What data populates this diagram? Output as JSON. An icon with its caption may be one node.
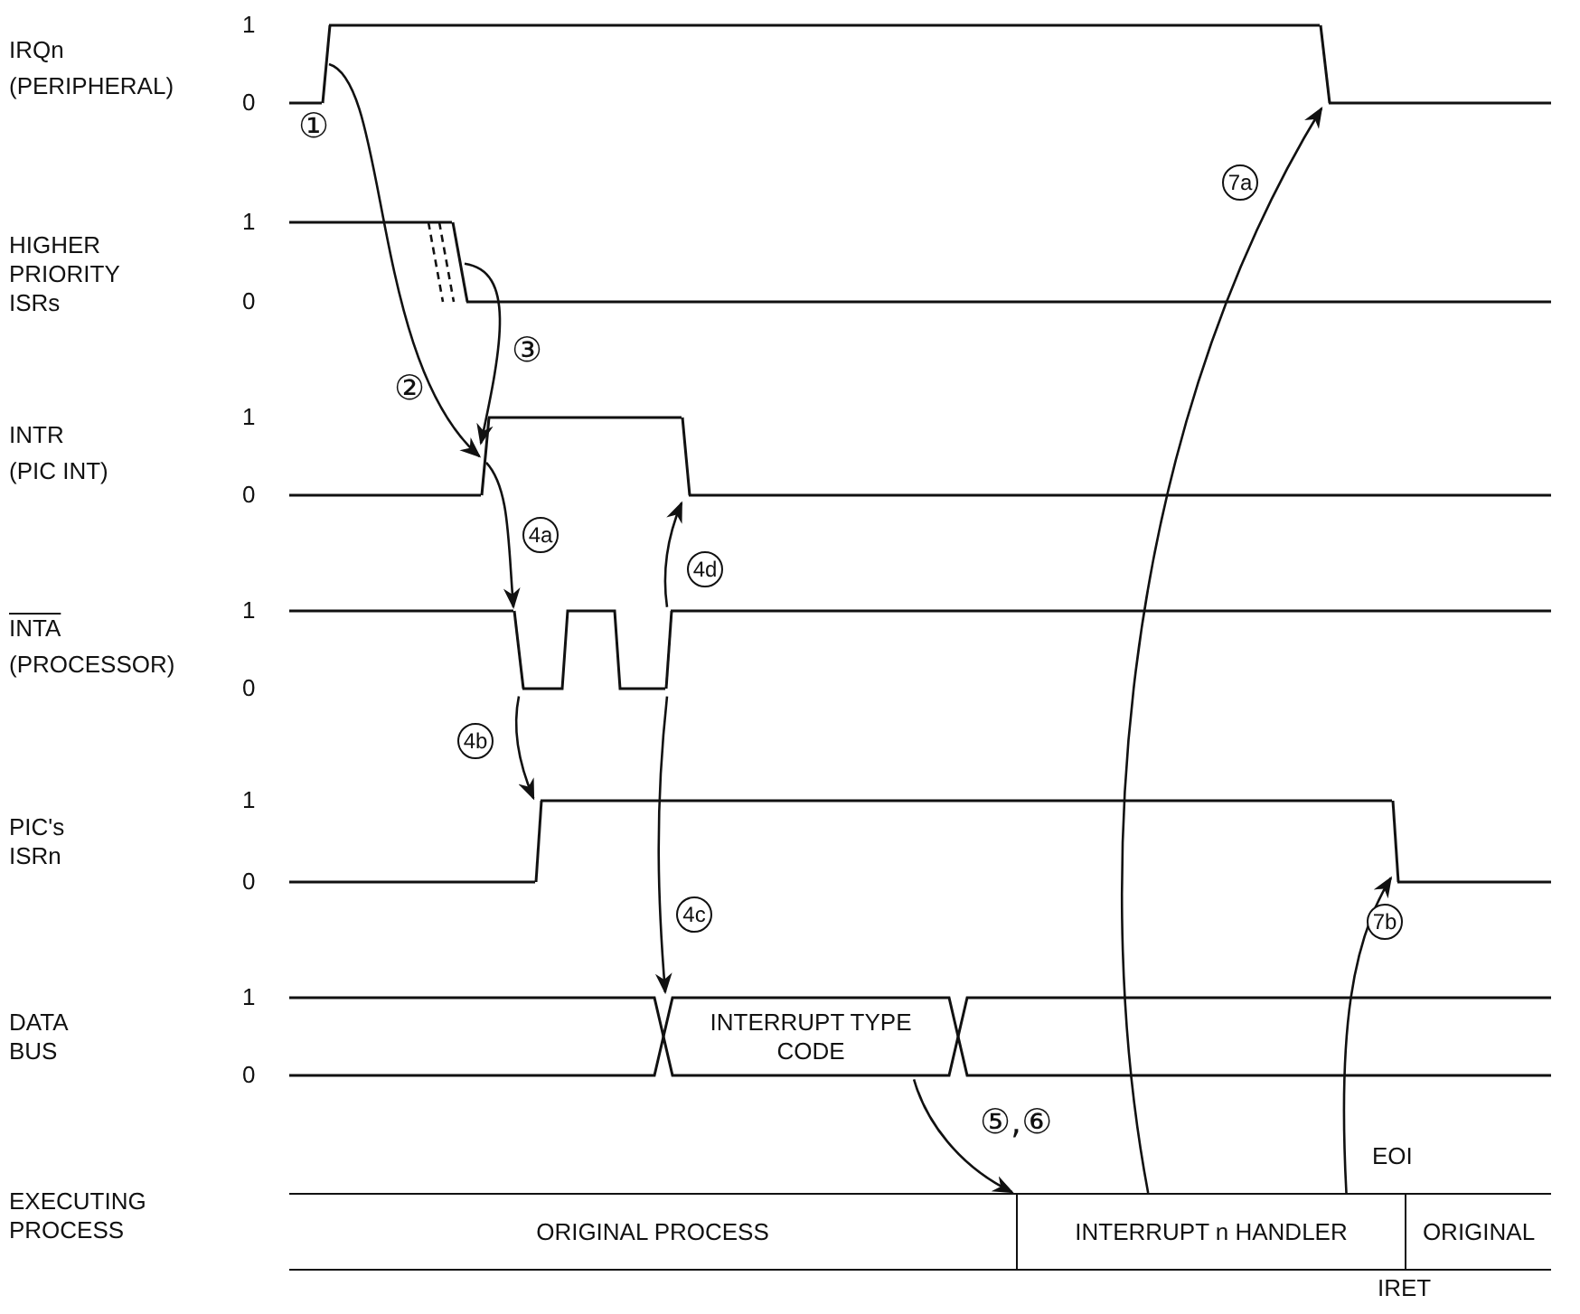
{
  "diagram": {
    "nodes": [
      {
        "text": [],
        "shape": "line",
        "beside": [
          "①"
        ]
      },
      {
        "text": [],
        "shape": "line"
      },
      {
        "text": [],
        "shape": "line"
      },
      {
        "text": [],
        "shape": "line"
      },
      {
        "text": [],
        "shape": "line"
      },
      {
        "text": [],
        "shape": "line"
      },
      {
        "text": [],
        "shape": "line"
      },
      {
        "text": [],
        "shape": "line"
      },
      {
        "text": [],
        "shape": "line"
      },
      {
        "text": [
          "INTERRUPT TYPE CODE"
        ]
      },
      {
        "text": [
          "EXECUTING PROCESS"
        ]
      },
      {
        "text": [
          "ORIGINAL PROCESS"
        ],
        "in": 10
      },
      {
        "text": [
          "INTERRUPT n HANDLER"
        ],
        "in": 10,
        "beside": [
          "EOI"
        ]
      },
      {
        "text": [
          "ORIGINAL"
        ],
        "in": 10
      }
    ],
    "edges": [
      {
        "from": 0,
        "to": 3,
        "arrow": "to",
        "label": "②"
      },
      {
        "from": 2,
        "to": 3,
        "arrow": "to",
        "label": "③"
      },
      {
        "from": 3,
        "to": 5,
        "arrow": "to",
        "label": "4a"
      },
      {
        "from": 6,
        "to": 4,
        "arrow": "to",
        "label": "4d"
      },
      {
        "from": 5,
        "to": 7,
        "arrow": "to",
        "label": "4b"
      },
      {
        "from": 6,
        "to": 9,
        "arrow": "to",
        "label": "4c"
      },
      {
        "from": 9,
        "to": 12,
        "arrow": "to",
        "label": "⑤,⑥"
      },
      {
        "from": 12,
        "to": 1,
        "arrow": "to",
        "label": "7a"
      },
      {
        "from": 12,
        "to": 8,
        "arrow": "to",
        "label": "7b"
      }
    ],
    "labels": [
      "1",
      "IRQn",
      "(PERIPHERAL)",
      "0",
      "1",
      "HIGHER PRIORITY ISRs",
      "0",
      "1",
      "INTR",
      "(PIC INT)",
      "0",
      "1",
      "INTA",
      "(PROCESSOR)",
      "0",
      "1",
      "PIC's ISRn",
      "0",
      "1",
      "DATA BUS",
      "0",
      "IRET"
    ]
  }
}
